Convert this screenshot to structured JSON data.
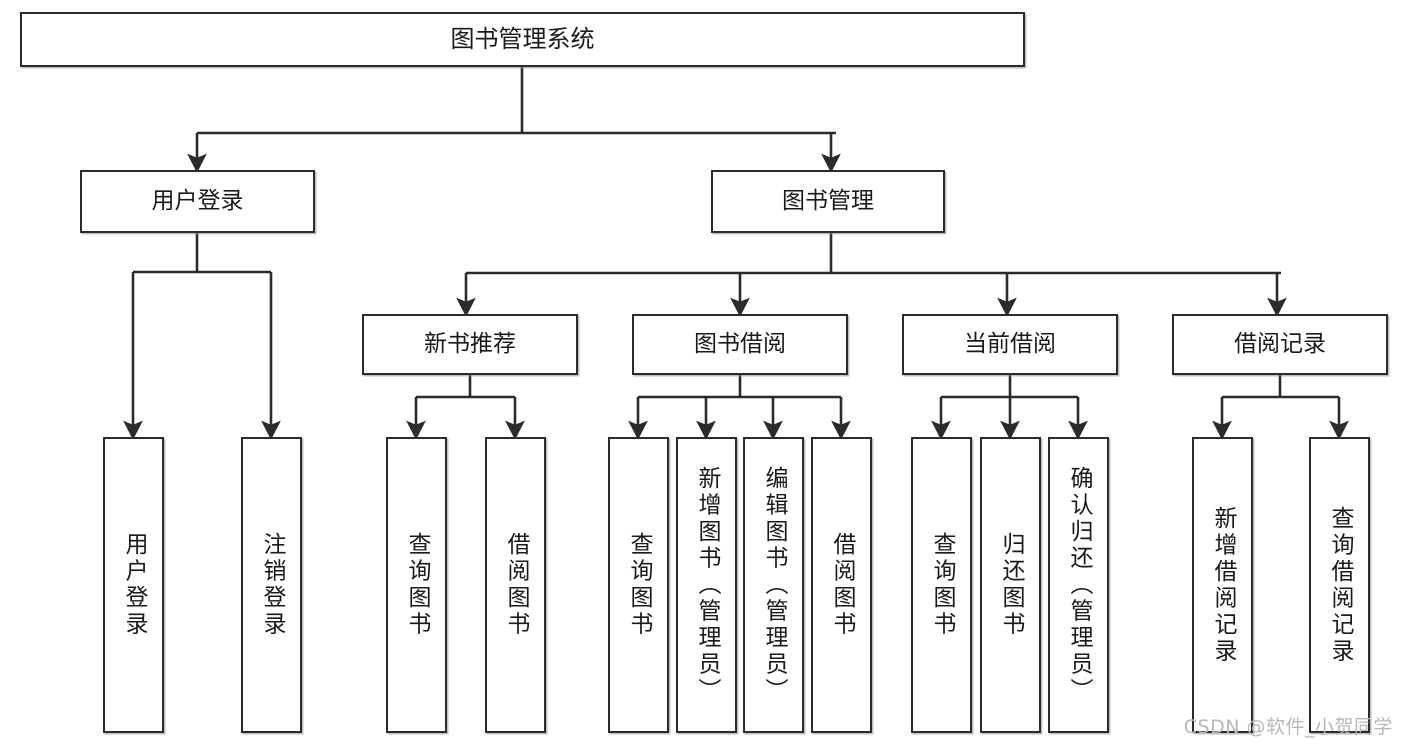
{
  "diagram": {
    "title": "图书管理系统",
    "watermark": "CSDN @软件_小贺同学",
    "colors": {
      "stroke": "#2b2b2b",
      "fill": "#ffffff",
      "text": "#1a1a1a",
      "watermark": "#b9b9b9"
    },
    "levels": {
      "root": {
        "label": "图书管理系统"
      },
      "level2": [
        {
          "label": "用户登录"
        },
        {
          "label": "图书管理"
        }
      ],
      "level3": [
        {
          "label": "新书推荐"
        },
        {
          "label": "图书借阅"
        },
        {
          "label": "当前借阅"
        },
        {
          "label": "借阅记录"
        }
      ],
      "leaves": {
        "user_login": [
          {
            "label": "用户登录"
          },
          {
            "label": "注销登录"
          }
        ],
        "new_book_recommend": [
          {
            "label": "查询图书"
          },
          {
            "label": "借阅图书"
          }
        ],
        "book_borrow": [
          {
            "label": "查询图书"
          },
          {
            "label": "新增图书（管理员）"
          },
          {
            "label": "编辑图书（管理员）"
          },
          {
            "label": "借阅图书"
          }
        ],
        "current_borrow": [
          {
            "label": "查询图书"
          },
          {
            "label": "归还图书"
          },
          {
            "label": "确认归还（管理员）"
          }
        ],
        "borrow_record": [
          {
            "label": "新增借阅记录"
          },
          {
            "label": "查询借阅记录"
          }
        ]
      }
    }
  }
}
